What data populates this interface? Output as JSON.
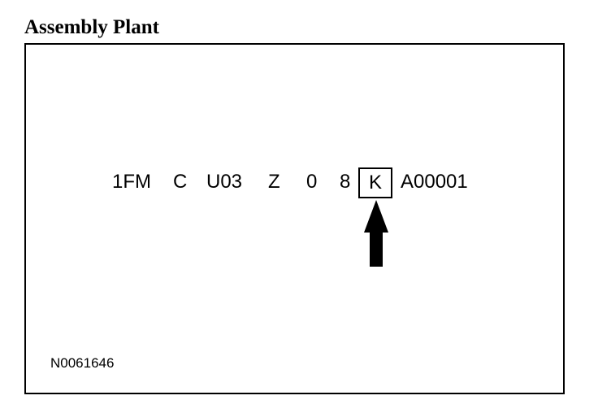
{
  "diagram": {
    "title": "Assembly Plant",
    "vin_segments": [
      "1FM",
      "C",
      "U03",
      "Z",
      "0",
      "8",
      "K",
      "A00001"
    ],
    "highlighted_segment": "K",
    "figure_code": "N0061646"
  }
}
